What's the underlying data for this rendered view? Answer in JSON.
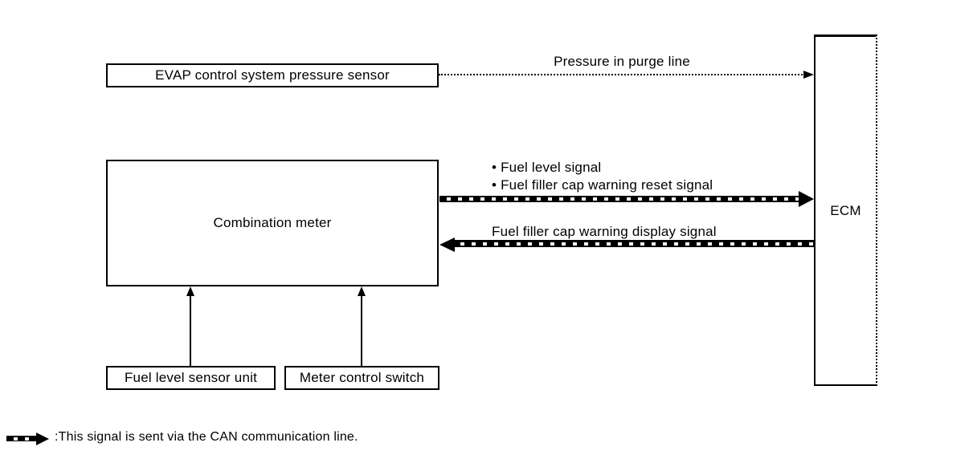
{
  "colors": {
    "ink": "#000000",
    "background": "#ffffff"
  },
  "boxes": {
    "evap_label": "EVAP control system pressure sensor",
    "combination_meter_label": "Combination meter",
    "ecm_label": "ECM",
    "fuel_level_sensor_label": "Fuel level sensor unit",
    "meter_control_switch_label": "Meter control switch"
  },
  "signals": {
    "pressure_label": "Pressure in purge line",
    "fuel_level_line1": "• Fuel level signal",
    "fuel_level_line2": "• Fuel filler cap warning reset signal",
    "display_label": "Fuel filler cap warning display signal"
  },
  "legend": {
    "text": ":This signal is sent via the CAN communication line."
  }
}
